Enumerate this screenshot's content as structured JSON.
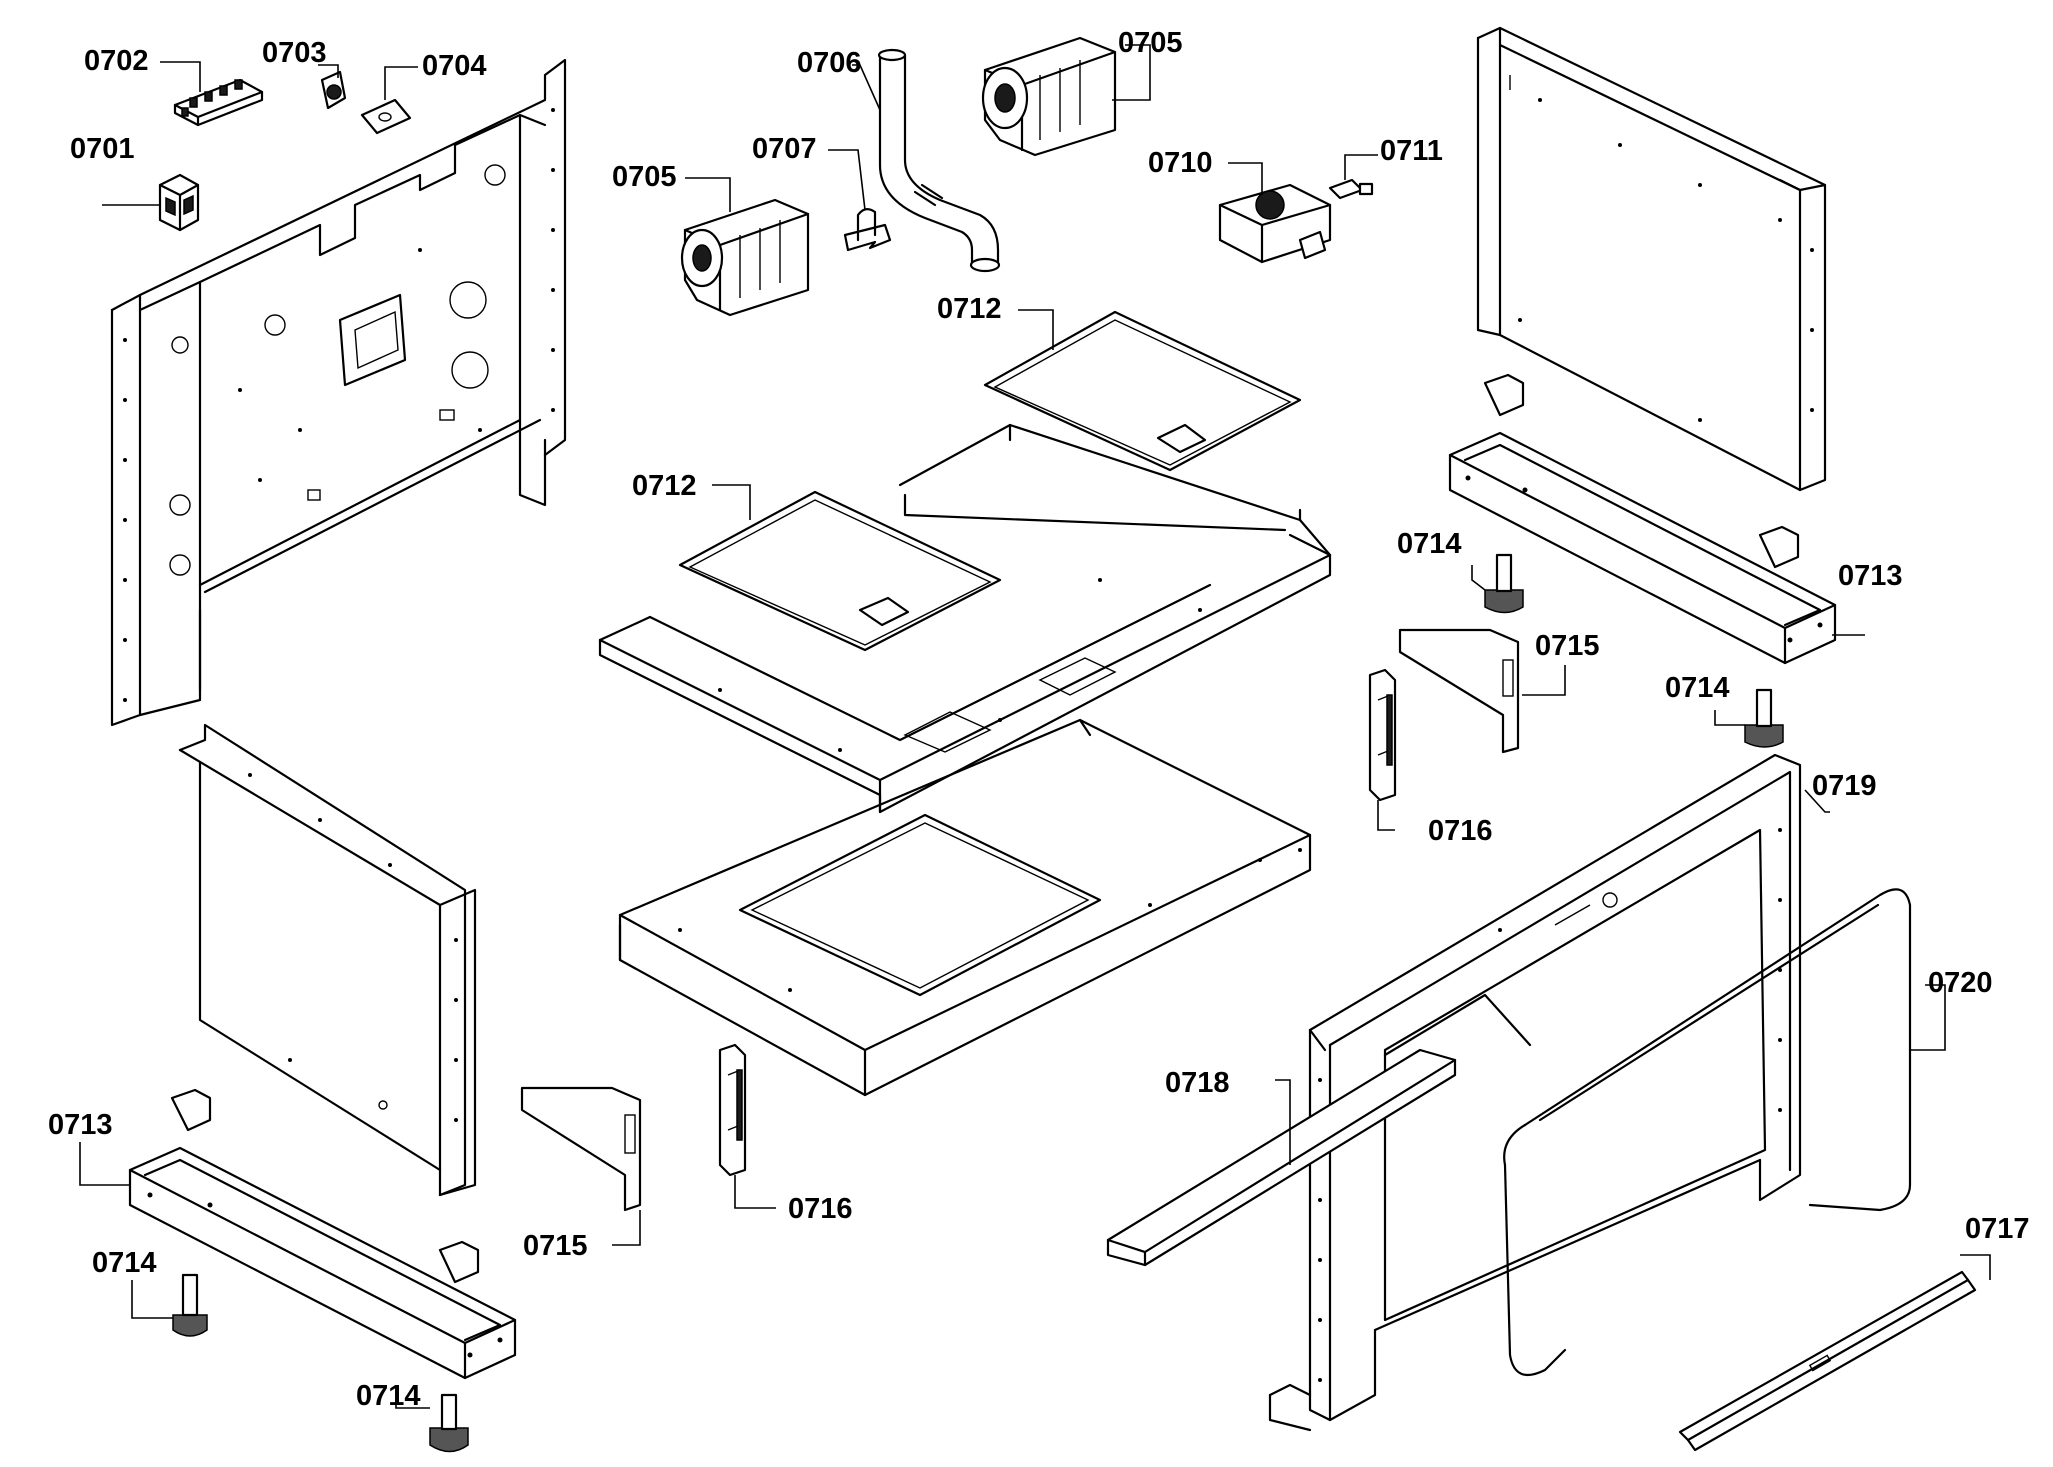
{
  "labels": [
    {
      "id": "l0701",
      "text": "0701"
    },
    {
      "id": "l0702",
      "text": "0702"
    },
    {
      "id": "l0703",
      "text": "0703"
    },
    {
      "id": "l0704",
      "text": "0704"
    },
    {
      "id": "l0705a",
      "text": "0705"
    },
    {
      "id": "l0705b",
      "text": "0705"
    },
    {
      "id": "l0706",
      "text": "0706"
    },
    {
      "id": "l0707",
      "text": "0707"
    },
    {
      "id": "l0710",
      "text": "0710"
    },
    {
      "id": "l0711",
      "text": "0711"
    },
    {
      "id": "l0712a",
      "text": "0712"
    },
    {
      "id": "l0712b",
      "text": "0712"
    },
    {
      "id": "l0713a",
      "text": "0713"
    },
    {
      "id": "l0713b",
      "text": "0713"
    },
    {
      "id": "l0714a",
      "text": "0714"
    },
    {
      "id": "l0714b",
      "text": "0714"
    },
    {
      "id": "l0714c",
      "text": "0714"
    },
    {
      "id": "l0714d",
      "text": "0714"
    },
    {
      "id": "l0715a",
      "text": "0715"
    },
    {
      "id": "l0715b",
      "text": "0715"
    },
    {
      "id": "l0716a",
      "text": "0716"
    },
    {
      "id": "l0716b",
      "text": "0716"
    },
    {
      "id": "l0717",
      "text": "0717"
    },
    {
      "id": "l0718",
      "text": "0718"
    },
    {
      "id": "l0719",
      "text": "0719"
    },
    {
      "id": "l0720",
      "text": "0720"
    }
  ]
}
